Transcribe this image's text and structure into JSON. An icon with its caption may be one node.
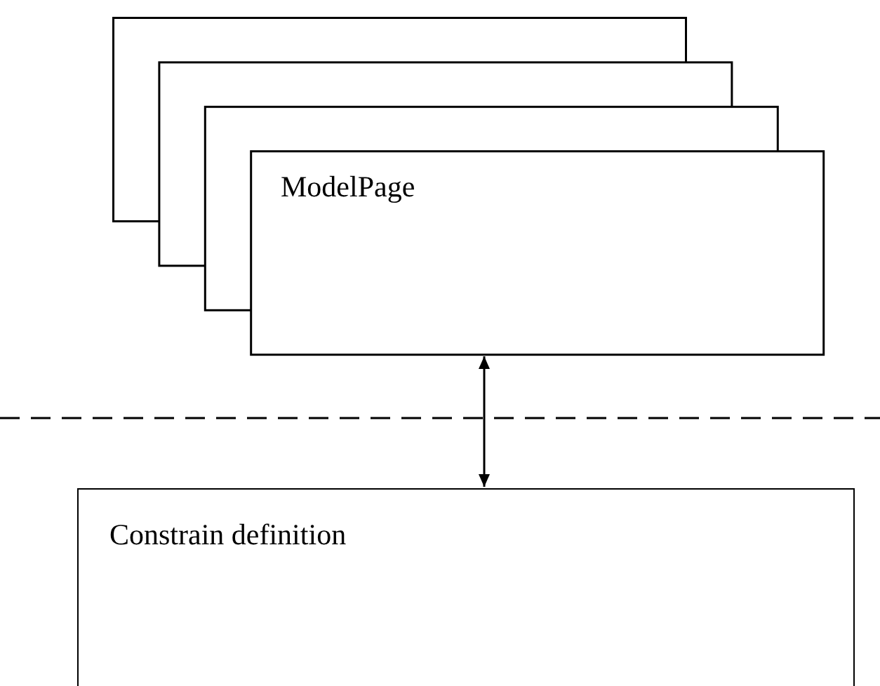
{
  "diagram": {
    "nodes": [
      {
        "text": [
          "ModelPage"
        ]
      },
      {
        "text": [
          "Constrain definition"
        ]
      }
    ],
    "edges": [
      {
        "from": 0,
        "to": 1,
        "arrow": "both"
      }
    ]
  }
}
